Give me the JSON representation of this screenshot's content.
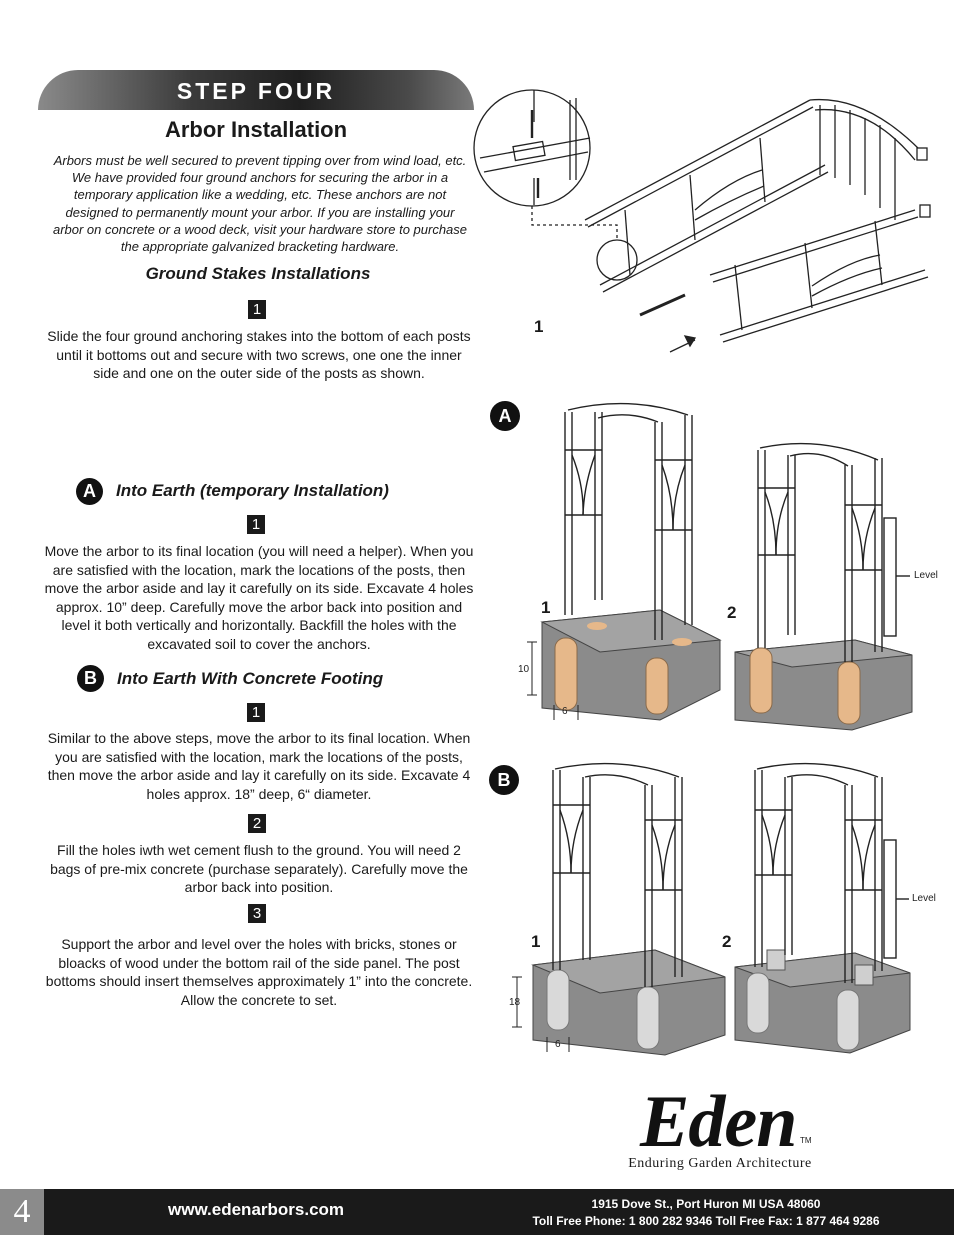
{
  "header": {
    "banner": "STEP FOUR",
    "title": "Arbor Installation",
    "intro": "Arbors must be well secured to prevent tipping over from wind load, etc.  We have provided four ground anchors for securing the arbor in a temporary application like a wedding, etc.  These anchors are not designed to permanently mount your arbor. If you are installing your arbor on concrete or a wood deck, visit your hardware store to purchase the appropriate galvanized bracketing hardware."
  },
  "ground_stakes": {
    "heading": "Ground Stakes Installations",
    "step1_num": "1",
    "step1_text": "Slide the four ground anchoring stakes into the bottom of each posts until it bottoms out and secure with two screws, one one the inner side and one on the outer side of the posts as shown."
  },
  "section_a": {
    "badge": "A",
    "heading": "Into Earth (temporary Installation)",
    "step1_num": "1",
    "step1_text": "Move the arbor to its final location (you will need a helper). When you are satisfied with the location, mark the locations of the posts, then move the arbor aside and lay it carefully on its side. Excavate 4 holes approx. 10” deep. Carefully move the arbor back into position and level it both vertically and horizontally. Backfill the holes with the excavated soil to cover the anchors."
  },
  "section_b": {
    "badge": "B",
    "heading": "Into Earth With Concrete Footing",
    "step1_num": "1",
    "step1_text": "Similar to the above steps, move the arbor to its final location. When you are satisfied with the location, mark the locations of the posts, then move the arbor aside and lay it carefully on its side. Excavate 4 holes approx. 18” deep, 6“ diameter.",
    "step2_num": "2",
    "step2_text": "Fill the holes iwth wet cement flush to the ground. You will need 2 bags of pre-mix concrete (purchase separately). Carefully move the arbor back into position.",
    "step3_num": "3",
    "step3_text": "Support the arbor and level over the holes with bricks, stones or bloacks of wood under the bottom rail of the side panel. The post bottoms should insert themselves approximately 1” into the concrete. Allow the concrete to set."
  },
  "figures": {
    "top_num": "1",
    "a_badge": "A",
    "a1": "1",
    "a2": "2",
    "a_depth": "10",
    "a_diam": "6",
    "a_level": "Level",
    "b_badge": "B",
    "b1": "1",
    "b2": "2",
    "b_depth": "18",
    "b_diam": "6",
    "b_level": "Level"
  },
  "logo": {
    "name": "Eden",
    "tm": "TM",
    "tagline": "Enduring Garden Architecture"
  },
  "footer": {
    "page_number": "4",
    "url": "www.edenarbors.com",
    "address": "1915 Dove St., Port Huron MI  USA  48060",
    "phones": "Toll Free Phone:  1 800 282 9346  Toll Free Fax:  1 877 464 9286"
  }
}
